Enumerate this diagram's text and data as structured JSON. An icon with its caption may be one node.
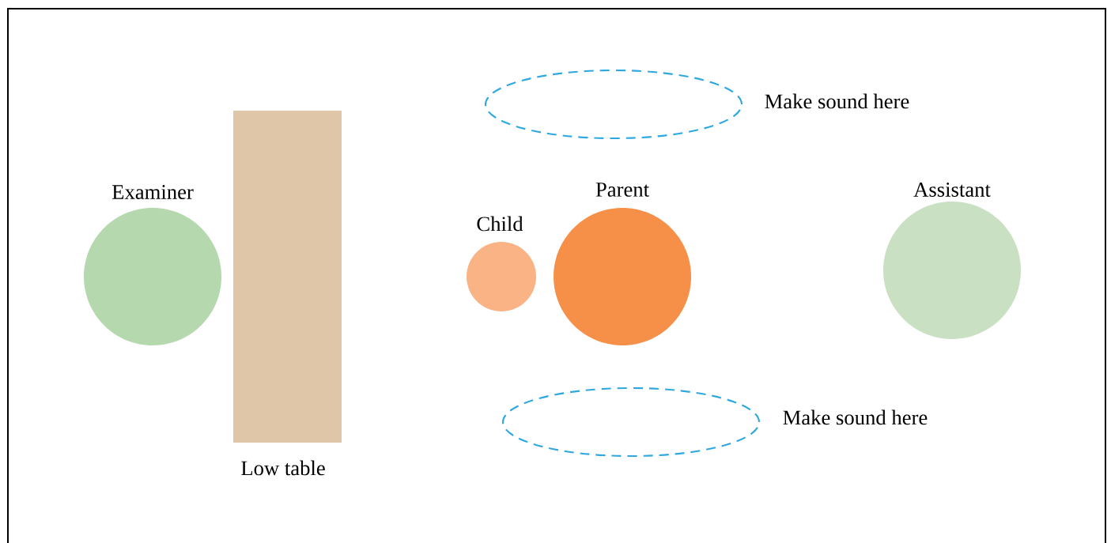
{
  "diagram": {
    "nodes": [
      {
        "text": [
          "Make sound here"
        ]
      },
      {
        "text": [
          "Examiner"
        ]
      },
      {
        "text": [
          "Low table"
        ]
      },
      {
        "text": [
          "Child"
        ]
      },
      {
        "text": [
          "Parent"
        ]
      },
      {
        "text": [
          "Assistant"
        ]
      },
      {
        "text": [
          "Make sound here"
        ]
      }
    ]
  }
}
